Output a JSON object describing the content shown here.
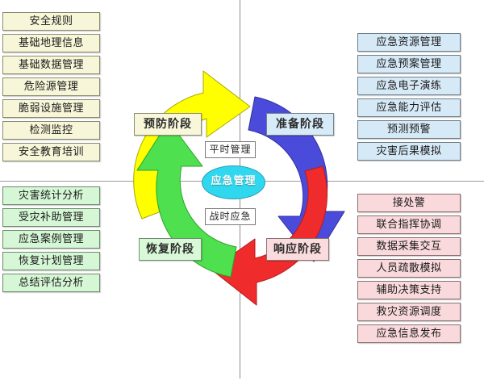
{
  "diagram": {
    "title": "应急管理",
    "center_label": "应急管理",
    "vertical_axis": "",
    "horizontal_axis": ""
  },
  "phases": [
    {
      "key": "prevent",
      "label": "预防阶段",
      "color": "#ffff00",
      "quadrant": "upper-left"
    },
    {
      "key": "prepare",
      "label": "准备阶段",
      "color": "#4b4bdb",
      "quadrant": "upper-right"
    },
    {
      "key": "respond",
      "label": "响应阶段",
      "color": "#f02b2b",
      "quadrant": "lower-right"
    },
    {
      "key": "recover",
      "label": "恢复阶段",
      "color": "#4ee04e",
      "quadrant": "lower-left"
    }
  ],
  "mode_tags": {
    "peacetime": "平时管理",
    "wartime": "战时应急"
  },
  "modules": {
    "top_left": {
      "color": "#f7f6d8",
      "items": [
        "安全规则",
        "基础地理信息",
        "基础数据管理",
        "危险源管理",
        "脆弱设施管理",
        "检测监控",
        "安全教育培训"
      ]
    },
    "top_right": {
      "color": "#d6e9f7",
      "items": [
        "应急资源管理",
        "应急预案管理",
        "应急电子演练",
        "应急能力评估",
        "预测预警",
        "灾害后果模拟"
      ]
    },
    "bottom_left": {
      "color": "#d5f7d5",
      "items": [
        "灾害统计分析",
        "受灾补助管理",
        "应急案例管理",
        "恢复计划管理",
        "总结评估分析"
      ]
    },
    "bottom_right": {
      "color": "#f9d9dc",
      "items": [
        "接处警",
        "联合指挥协调",
        "数据采集交互",
        "人员疏散模拟",
        "辅助决策支持",
        "救灾资源调度",
        "应急信息发布"
      ]
    }
  }
}
